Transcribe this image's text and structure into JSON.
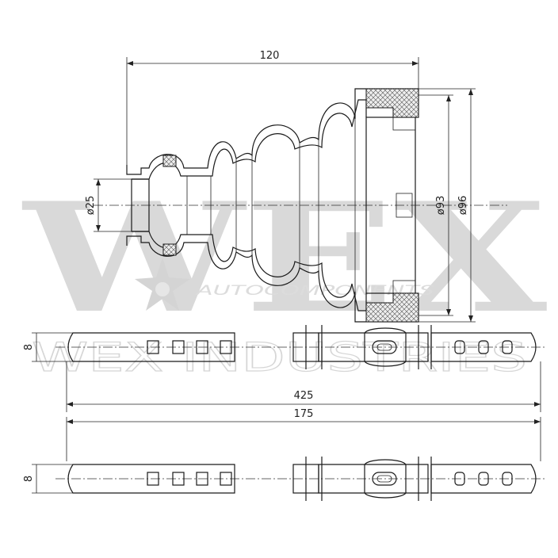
{
  "watermark": {
    "brand_big": "WEX",
    "brand_sub": "AUTOCOMPONENTS",
    "company_line": "WEX INDUSTRIES"
  },
  "dimensions": {
    "boot_length": "120",
    "small_diameter": "ø25",
    "inner_large_diameter": "ø93",
    "outer_large_diameter": "ø96",
    "clamp_width_1": "8",
    "clamp_width_2": "8",
    "clamp_length_1": "425",
    "clamp_length_2": "175"
  },
  "colors": {
    "line": "#1a1a1a",
    "hatch_fill": "#e0e0e0",
    "watermark": "#d9d9d9"
  }
}
